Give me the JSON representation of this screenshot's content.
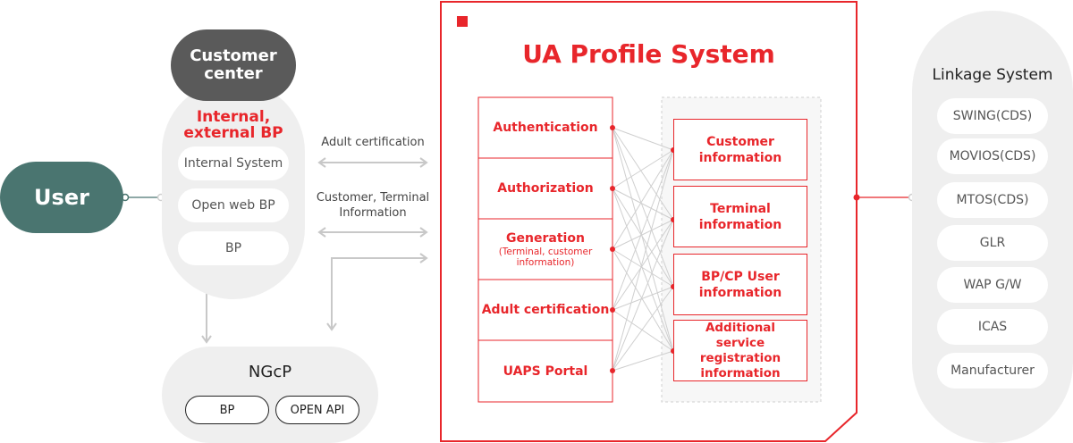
{
  "user": {
    "label": "User"
  },
  "customer_center": {
    "title": "Customer\ncenter",
    "subtitle": "Internal,\nexternal BP",
    "items": [
      "Internal System",
      "Open web BP",
      "BP"
    ]
  },
  "flows": {
    "adult_certification": "Adult certification",
    "customer_terminal": "Customer, Terminal\nInformation"
  },
  "ngcp": {
    "title": "NGcP",
    "buttons": [
      "BP",
      "OPEN API"
    ]
  },
  "ua_profile": {
    "title": "UA Profile System",
    "left_boxes": [
      {
        "label": "Authentication",
        "sub": ""
      },
      {
        "label": "Authorization",
        "sub": ""
      },
      {
        "label": "Generation",
        "sub": "(Terminal, customer\ninformation)"
      },
      {
        "label": "Adult certification",
        "sub": ""
      },
      {
        "label": "UAPS Portal",
        "sub": ""
      }
    ],
    "right_boxes": [
      "Customer\ninformation",
      "Terminal\ninformation",
      "BP/CP User\ninformation",
      "Additional\nservice registration\ninformation"
    ]
  },
  "linkage": {
    "title": "Linkage System",
    "items": [
      "SWING(CDS)",
      "MOVIOS(CDS)",
      "MTOS(CDS)",
      "GLR",
      "WAP G/W",
      "ICAS",
      "Manufacturer"
    ]
  },
  "colors": {
    "accent": "#e8262b",
    "user": "#4a7570",
    "dark": "#5a5a5a",
    "panel": "#efefef"
  }
}
